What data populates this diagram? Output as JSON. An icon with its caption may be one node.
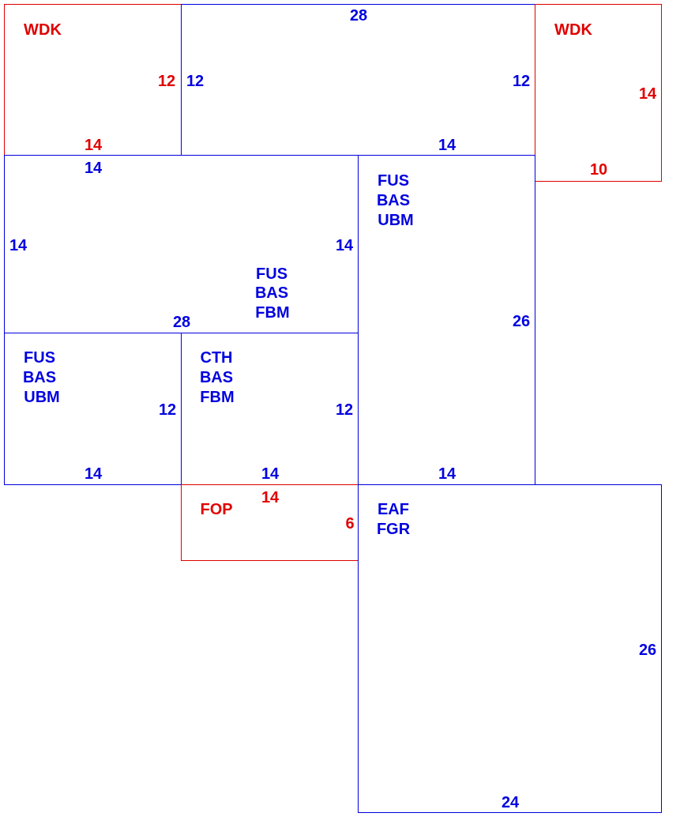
{
  "diagram": {
    "nodes": [
      {
        "text": [
          "WDK",
          "12",
          "14"
        ]
      },
      {
        "text": [
          "28",
          "12",
          "12",
          "14"
        ]
      },
      {
        "text": [
          "WDK",
          "14",
          "10"
        ]
      },
      {
        "text": [
          "14",
          "14",
          "14",
          "FUS",
          "BAS",
          "FBM",
          "28"
        ]
      },
      {
        "text": [
          "FUS",
          "BAS",
          "UBM",
          "26",
          "14"
        ]
      },
      {
        "text": [
          "FUS",
          "BAS",
          "UBM",
          "12",
          "14"
        ]
      },
      {
        "text": [
          "CTH",
          "BAS",
          "FBM",
          "12",
          "14"
        ]
      },
      {
        "text": [
          "FOP",
          "14",
          "6"
        ]
      },
      {
        "text": [
          "EAF",
          "FGR",
          "26",
          "24"
        ]
      }
    ],
    "edges": []
  }
}
